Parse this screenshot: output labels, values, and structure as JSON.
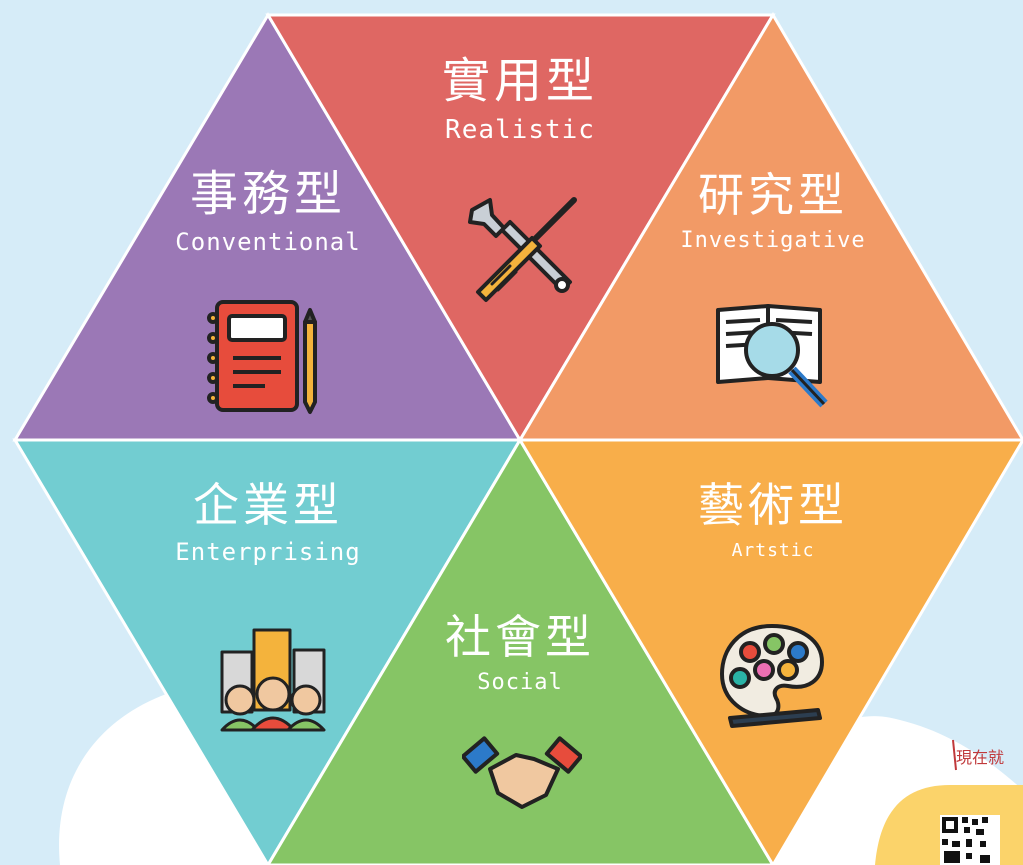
{
  "colors": {
    "background": "#d6ecf8",
    "conventional": "#9b78b6",
    "realistic": "#df6763",
    "investigative": "#f29a66",
    "enterprising": "#72cdd1",
    "social": "#86c565",
    "artistic": "#f8ae4a",
    "cloud": "#ffffff",
    "label_text": "#ffffff"
  },
  "types": {
    "realistic": {
      "zh": "實用型",
      "en": "Realistic",
      "icon": "tools-icon"
    },
    "investigative": {
      "zh": "研究型",
      "en": "Investigative",
      "icon": "book-magnifier-icon"
    },
    "conventional": {
      "zh": "事務型",
      "en": "Conventional",
      "icon": "notebook-pencil-icon"
    },
    "enterprising": {
      "zh": "企業型",
      "en": "Enterprising",
      "icon": "team-buildings-icon"
    },
    "social": {
      "zh": "社會型",
      "en": "Social",
      "icon": "handshake-icon"
    },
    "artistic": {
      "zh": "藝術型",
      "en": "Artstic",
      "icon": "palette-icon"
    }
  },
  "corner": {
    "text": "現在就",
    "icon": "qr-code-icon"
  }
}
